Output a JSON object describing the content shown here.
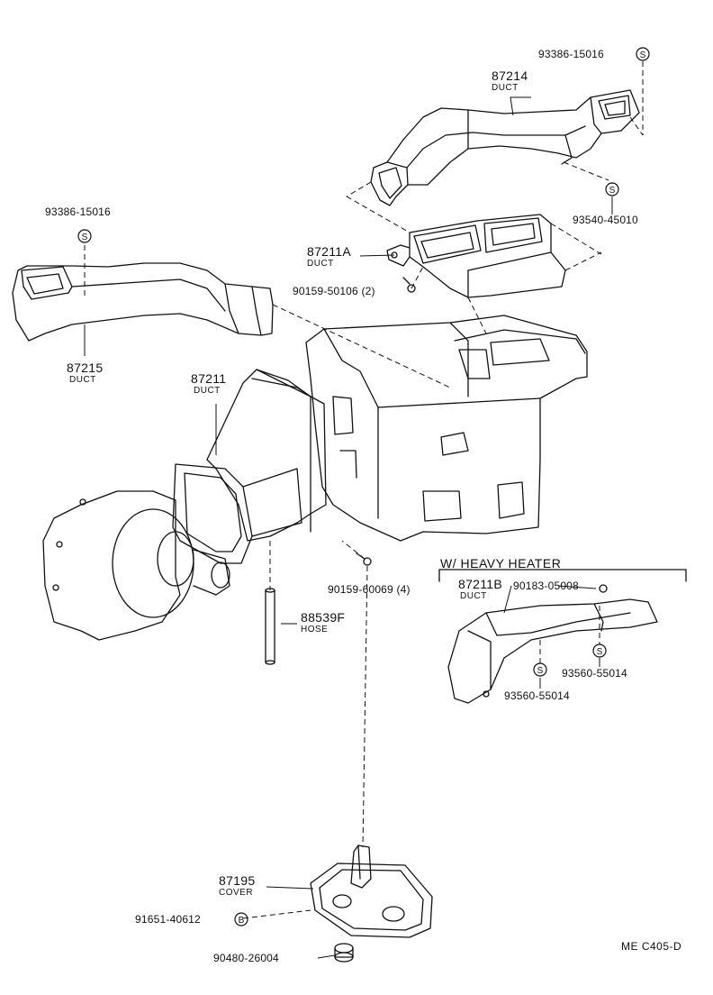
{
  "labels": {
    "p93386_top": "93386-15016",
    "p87214": "87214",
    "p87214_name": "DUCT",
    "p93540": "93540-45010",
    "p93386_left": "93386-15016",
    "p87211A": "87211A",
    "p87211A_name": "DUCT",
    "p90159_50106": "90159-50106 (2)",
    "p87215": "87215",
    "p87215_name": "DUCT",
    "p87211": "87211",
    "p87211_name": "DUCT",
    "p90159_60069": "90159-60069 (4)",
    "p88539F": "88539F",
    "p88539F_name": "HOSE",
    "heavy_heater": "W/ HEAVY HEATER",
    "p87211B": "87211B",
    "p87211B_name": "DUCT",
    "p90183": "90183-05008",
    "p93560_a": "93560-55014",
    "p93560_b": "93560-55014",
    "p87195": "87195",
    "p87195_name": "COVER",
    "p91651": "91651-40612",
    "p90480": "90480-26004",
    "diagram_code": "ME  C405-D"
  },
  "markers": {
    "s": "S",
    "b": "B"
  }
}
